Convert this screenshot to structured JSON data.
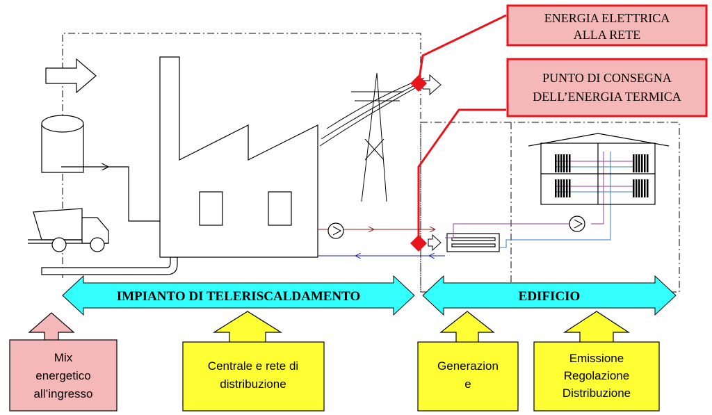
{
  "labels": {
    "electric_line1": "ENERGIA ELETTRICA",
    "electric_line2": "ALLA RETE",
    "thermal_line1": "PUNTO DI CONSEGNA",
    "thermal_line2": "DELL’ENERGIA TERMICA",
    "district_heating": "IMPIANTO DI TELERISCALDAMENTO",
    "building": "EDIFICIO"
  },
  "boxes": {
    "mix_line1": "Mix",
    "mix_line2": "energetico",
    "mix_line3": "all’ingresso",
    "centrale_line1": "Centrale e rete di",
    "centrale_line2": "distribuzione",
    "generazione_line1": "Generazion",
    "generazione_line2": "e",
    "emissione_line1": "Emissione",
    "emissione_line2": "Regolazione",
    "emissione_line3": "Distribuzione"
  },
  "colors": {
    "red": "#e8141c",
    "pink_fill": "#f4b8b8",
    "yellow_fill": "#ffff33",
    "cyan_fill": "#33ffff",
    "hot_pipe": "#8b1a1a",
    "cold_pipe": "#1a1ab0"
  }
}
